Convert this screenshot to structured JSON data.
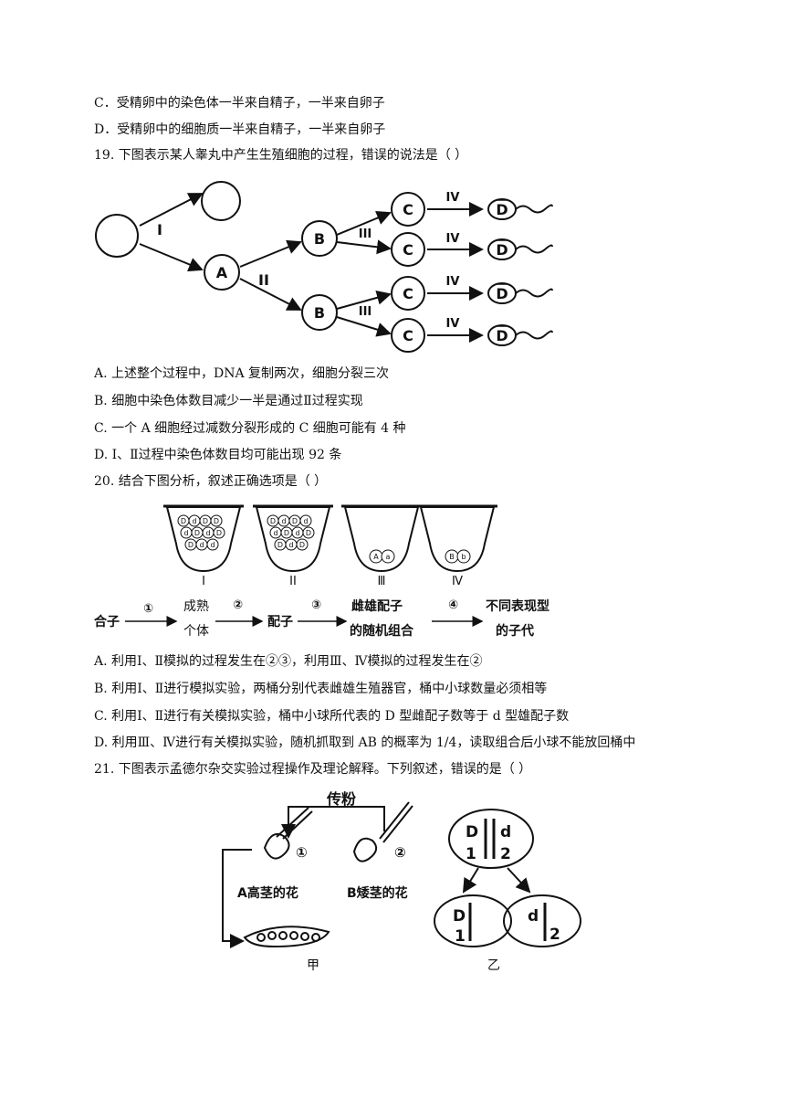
{
  "lines": {
    "l1": "C．受精卵中的染色体一半来自精子，一半来自卵子",
    "l2": "D．受精卵中的细胞质一半来自精子，一半来自卵子",
    "q19": "19.  下图表示某人睾丸中产生生殖细胞的过程，错误的说法是（      ）",
    "q19a": "A.  上述整个过程中，DNA 复制两次，细胞分裂三次",
    "q19b": "B.  细胞中染色体数目减少一半是通过Ⅱ过程实现",
    "q19c": "C.  一个 A 细胞经过减数分裂形成的 C 细胞可能有 4 种",
    "q19d": "D.  Ⅰ、Ⅱ过程中染色体数目均可能出现 92 条",
    "q20": "20.  结合下图分析，叙述正确选项是（      ）",
    "q20a": "A.  利用Ⅰ、Ⅱ模拟的过程发生在②③，利用Ⅲ、Ⅳ模拟的过程发生在②",
    "q20b": "B.  利用Ⅰ、Ⅱ进行模拟实验，两桶分别代表雌雄生殖器官，桶中小球数量必须相等",
    "q20c": "C.  利用Ⅰ、Ⅱ进行有关模拟实验，桶中小球所代表的 D 型雌配子数等于 d 型雄配子数",
    "q20d": "D.  利用Ⅲ、Ⅳ进行有关模拟实验，随机抓取到 AB 的概率为 1/4，读取组合后小球不能放回桶中",
    "q21": "21.  下图表示孟德尔杂交实验过程操作及理论解释。下列叙述，错误的是（      ）"
  },
  "fig19": {
    "step1": "I",
    "step2": "II",
    "step3": "III",
    "step4": "IV",
    "cellA": "A",
    "cellB": "B",
    "cellC": "C",
    "cellD": "D"
  },
  "fig20": {
    "bucket1": "I",
    "bucket2": "II",
    "bucket3": "Ⅲ",
    "bucket4": "Ⅳ",
    "ballD": "D",
    "balld": "d",
    "ballA": "A",
    "balla": "a",
    "ballB": "B",
    "ballb": "b",
    "n1": "①",
    "n2": "②",
    "n3": "③",
    "n4": "④",
    "zygote": "合子",
    "mature1": "成熟",
    "mature2": "个体",
    "gamete": "配子",
    "random1": "雌雄配子",
    "random2": "的随机组合",
    "offspring1": "不同表现型",
    "offspring2": "的子代"
  },
  "fig21": {
    "pollination": "传粉",
    "c1": "①",
    "c2": "②",
    "flowerA": "A高茎的花",
    "flowerB": "B矮茎的花",
    "labelJia": "甲",
    "labelYi": "乙",
    "D": "D",
    "d": "d",
    "one": "1",
    "two": "2"
  }
}
